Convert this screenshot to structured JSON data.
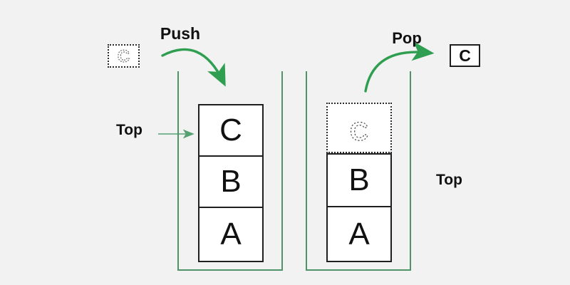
{
  "colors": {
    "background": "#f1f2f1",
    "arrow_green": "#2f9e50",
    "container_green": "#4f9468",
    "thin_arrow_green": "#55a172",
    "box_border": "#1f1f1f",
    "text": "#111111"
  },
  "push_side": {
    "label": "Push",
    "top_label": "Top",
    "incoming_item": "C",
    "stack_items": [
      "C",
      "B",
      "A"
    ]
  },
  "pop_side": {
    "label": "Pop",
    "top_label": "Top",
    "popping_item": "C",
    "popped_item": "C",
    "stack_items": [
      "B",
      "A"
    ]
  }
}
